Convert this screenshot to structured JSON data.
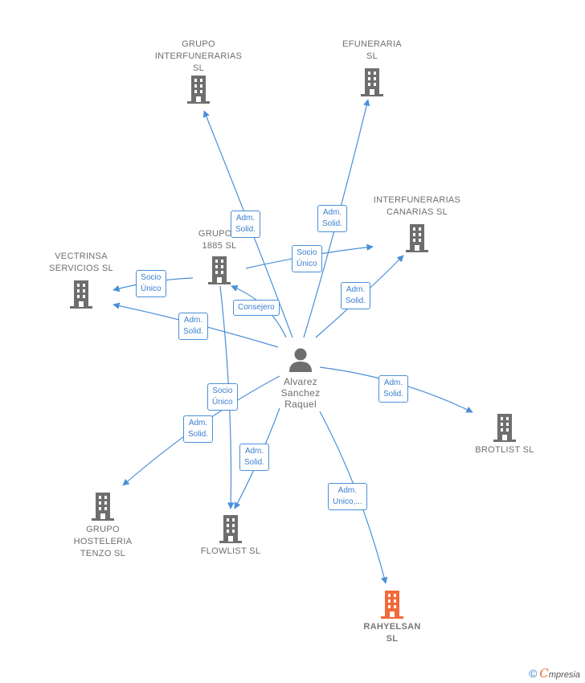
{
  "colors": {
    "edge": "#4a8fd8",
    "building": "#6e6e6e",
    "main_building": "#f26a3a",
    "label_text": "#3a7fd0"
  },
  "nodes": {
    "grupo_interfunerarias": "GRUPO\nINTERFUNERARIAS\nSL",
    "efuneraria": "EFUNERARIA\nSL",
    "interfunerarias_canarias": "INTERFUNERARIAS\nCANARIAS  SL",
    "grupo_1885": "GRUPO A\n1885 SL",
    "vectrinsa": "VECTRINSA\nSERVICIOS  SL",
    "person": "Alvarez\nSanchez\nRaquel",
    "brotlist": "BROTLIST  SL",
    "grupo_hosteleria": "GRUPO\nHOSTELERIA\nTENZO  SL",
    "flowlist": "FLOWLIST  SL",
    "rahyelsan": "RAHYELSAN\nSL"
  },
  "edge_labels": {
    "to_grupo_interfunerarias": "Adm.\nSolid.",
    "to_efuneraria": "Adm.\nSolid.",
    "g1885_to_canarias": "Socio\nÚnico",
    "to_canarias": "Adm.\nSolid.",
    "g1885_to_vectrinsa": "Socio\nÚnico",
    "to_g1885": "Consejero",
    "to_vectrinsa": "Adm.\nSolid.",
    "to_brotlist": "Adm.\nSolid.",
    "g1885_to_flowlist": "Socio\nÚnico",
    "to_hosteleria": "Adm.\nSolid.",
    "to_flowlist": "Adm.\nSolid.",
    "to_rahyelsan": "Adm.\nUnico,..."
  },
  "footer": {
    "copyright": "©",
    "brand_initial": "C",
    "brand_rest": "mpresia"
  }
}
